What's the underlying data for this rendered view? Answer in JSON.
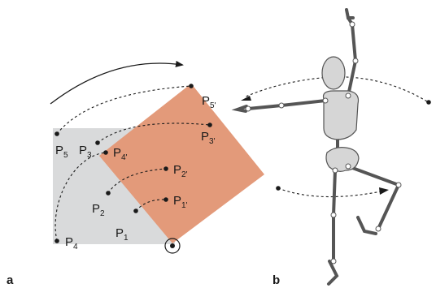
{
  "panels": {
    "left": "a",
    "right": "b"
  },
  "points": [
    {
      "id": "p1",
      "base": "P",
      "sub": "1"
    },
    {
      "id": "p2",
      "base": "P",
      "sub": "2"
    },
    {
      "id": "p3",
      "base": "P",
      "sub": "3"
    },
    {
      "id": "p4",
      "base": "P",
      "sub": "4"
    },
    {
      "id": "p5",
      "base": "P",
      "sub": "5"
    },
    {
      "id": "p1r",
      "base": "P",
      "sub": "1'"
    },
    {
      "id": "p2r",
      "base": "P",
      "sub": "2'"
    },
    {
      "id": "p3r",
      "base": "P",
      "sub": "3'"
    },
    {
      "id": "p4r",
      "base": "P",
      "sub": "4'"
    },
    {
      "id": "p5r",
      "base": "P",
      "sub": "5'"
    }
  ],
  "colors": {
    "original_square": "#d9dadb",
    "rotated_square": "#e39a7a",
    "ink": "#1a1a1a",
    "skeleton_fill": "#d6d6d6",
    "skeleton_stroke": "#555555"
  }
}
